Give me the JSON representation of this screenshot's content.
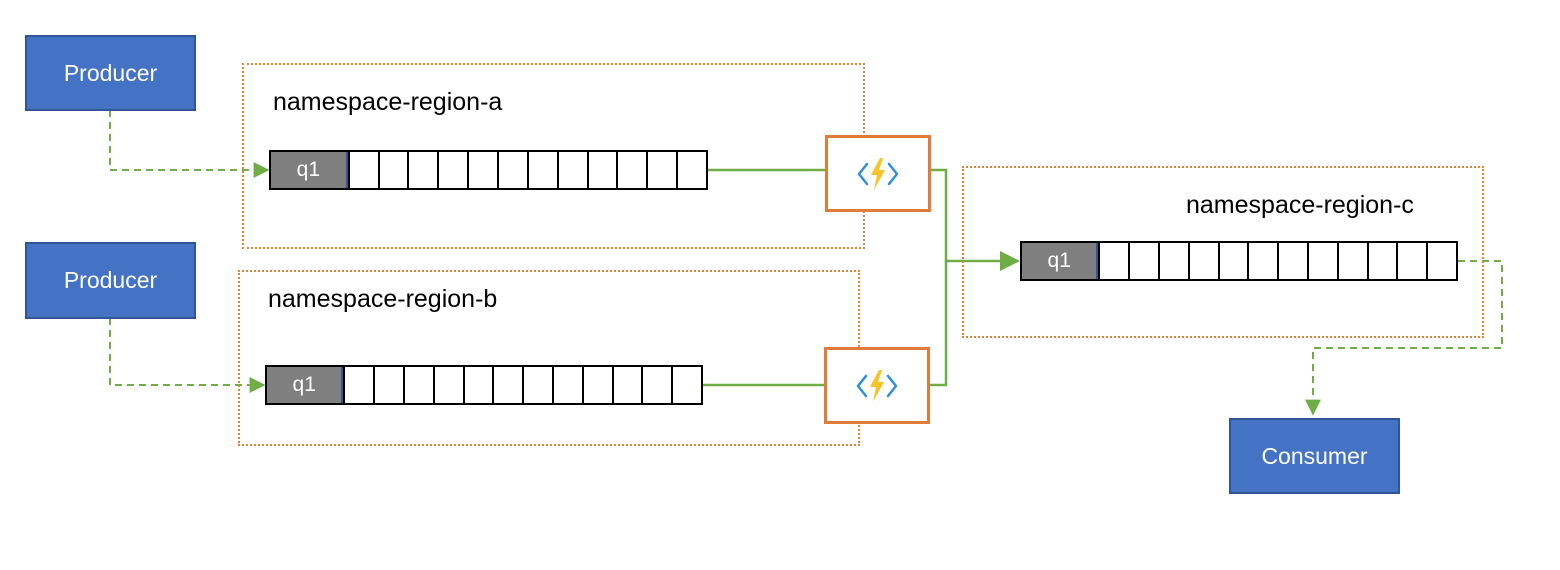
{
  "producers": [
    {
      "label": "Producer"
    },
    {
      "label": "Producer"
    }
  ],
  "consumer": {
    "label": "Consumer"
  },
  "namespaces": [
    {
      "label": "namespace-region-a",
      "queue_label": "q1"
    },
    {
      "label": "namespace-region-b",
      "queue_label": "q1"
    },
    {
      "label": "namespace-region-c",
      "queue_label": "q1"
    }
  ],
  "functions": [
    {
      "icon": "azure-function-icon"
    },
    {
      "icon": "azure-function-icon"
    }
  ],
  "colors": {
    "box_fill": "#4472c4",
    "namespace_border": "#e0843a",
    "function_border": "#e07b39",
    "queue_head": "#7f7f7f",
    "connector": "#70ad47",
    "bolt": "#f7c325",
    "brackets": "#2f8fd8"
  }
}
